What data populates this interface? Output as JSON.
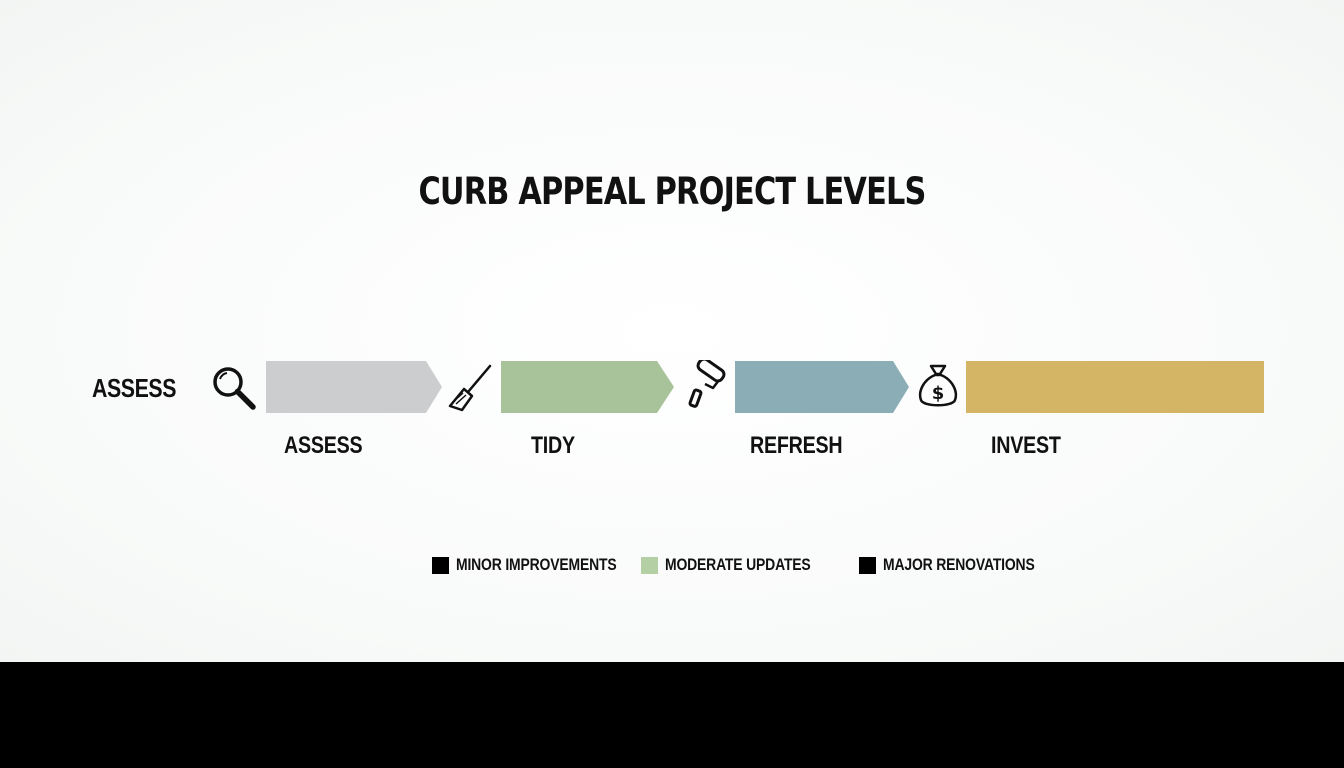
{
  "title": "CURB APPEAL PROJECT LEVELS",
  "row_label": "ASSESS",
  "stages": [
    {
      "label": "ASSESS",
      "icon": "magnifier-icon",
      "color": "#cccdce"
    },
    {
      "label": "TIDY",
      "icon": "broom-icon",
      "color": "#a8c29a"
    },
    {
      "label": "REFRESH",
      "icon": "paint-roller-icon",
      "color": "#8badb5"
    },
    {
      "label": "INVEST",
      "icon": "money-bag-icon",
      "color": "#d4b565"
    }
  ],
  "legend": [
    {
      "label": "MINOR IMPROVEMENTS",
      "color": "#000000"
    },
    {
      "label": "MODERATE UPDATES",
      "color": "#b3cfa3"
    },
    {
      "label": "MAJOR RENOVATIONS",
      "color": "#000000"
    }
  ]
}
